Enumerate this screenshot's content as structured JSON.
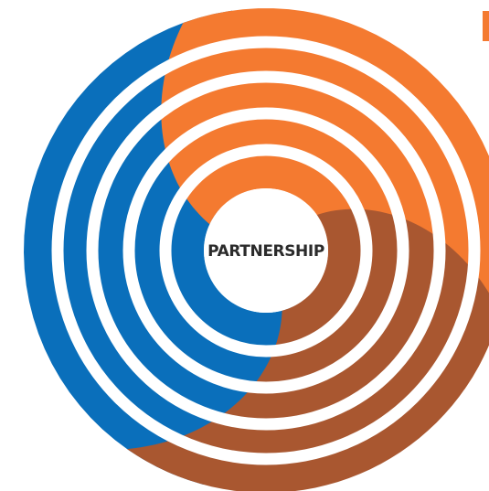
{
  "diagram": {
    "center_label": "PARTNERSHIP",
    "segments": [
      {
        "name": "blue-segment",
        "color": "#0a6fbb"
      },
      {
        "name": "orange-segment",
        "color": "#f47a30"
      },
      {
        "name": "brown-segment",
        "color": "#a95730"
      }
    ],
    "ring_count": 4,
    "background": "#ffffff"
  },
  "corner_mark": {
    "color": "#f47a30"
  }
}
